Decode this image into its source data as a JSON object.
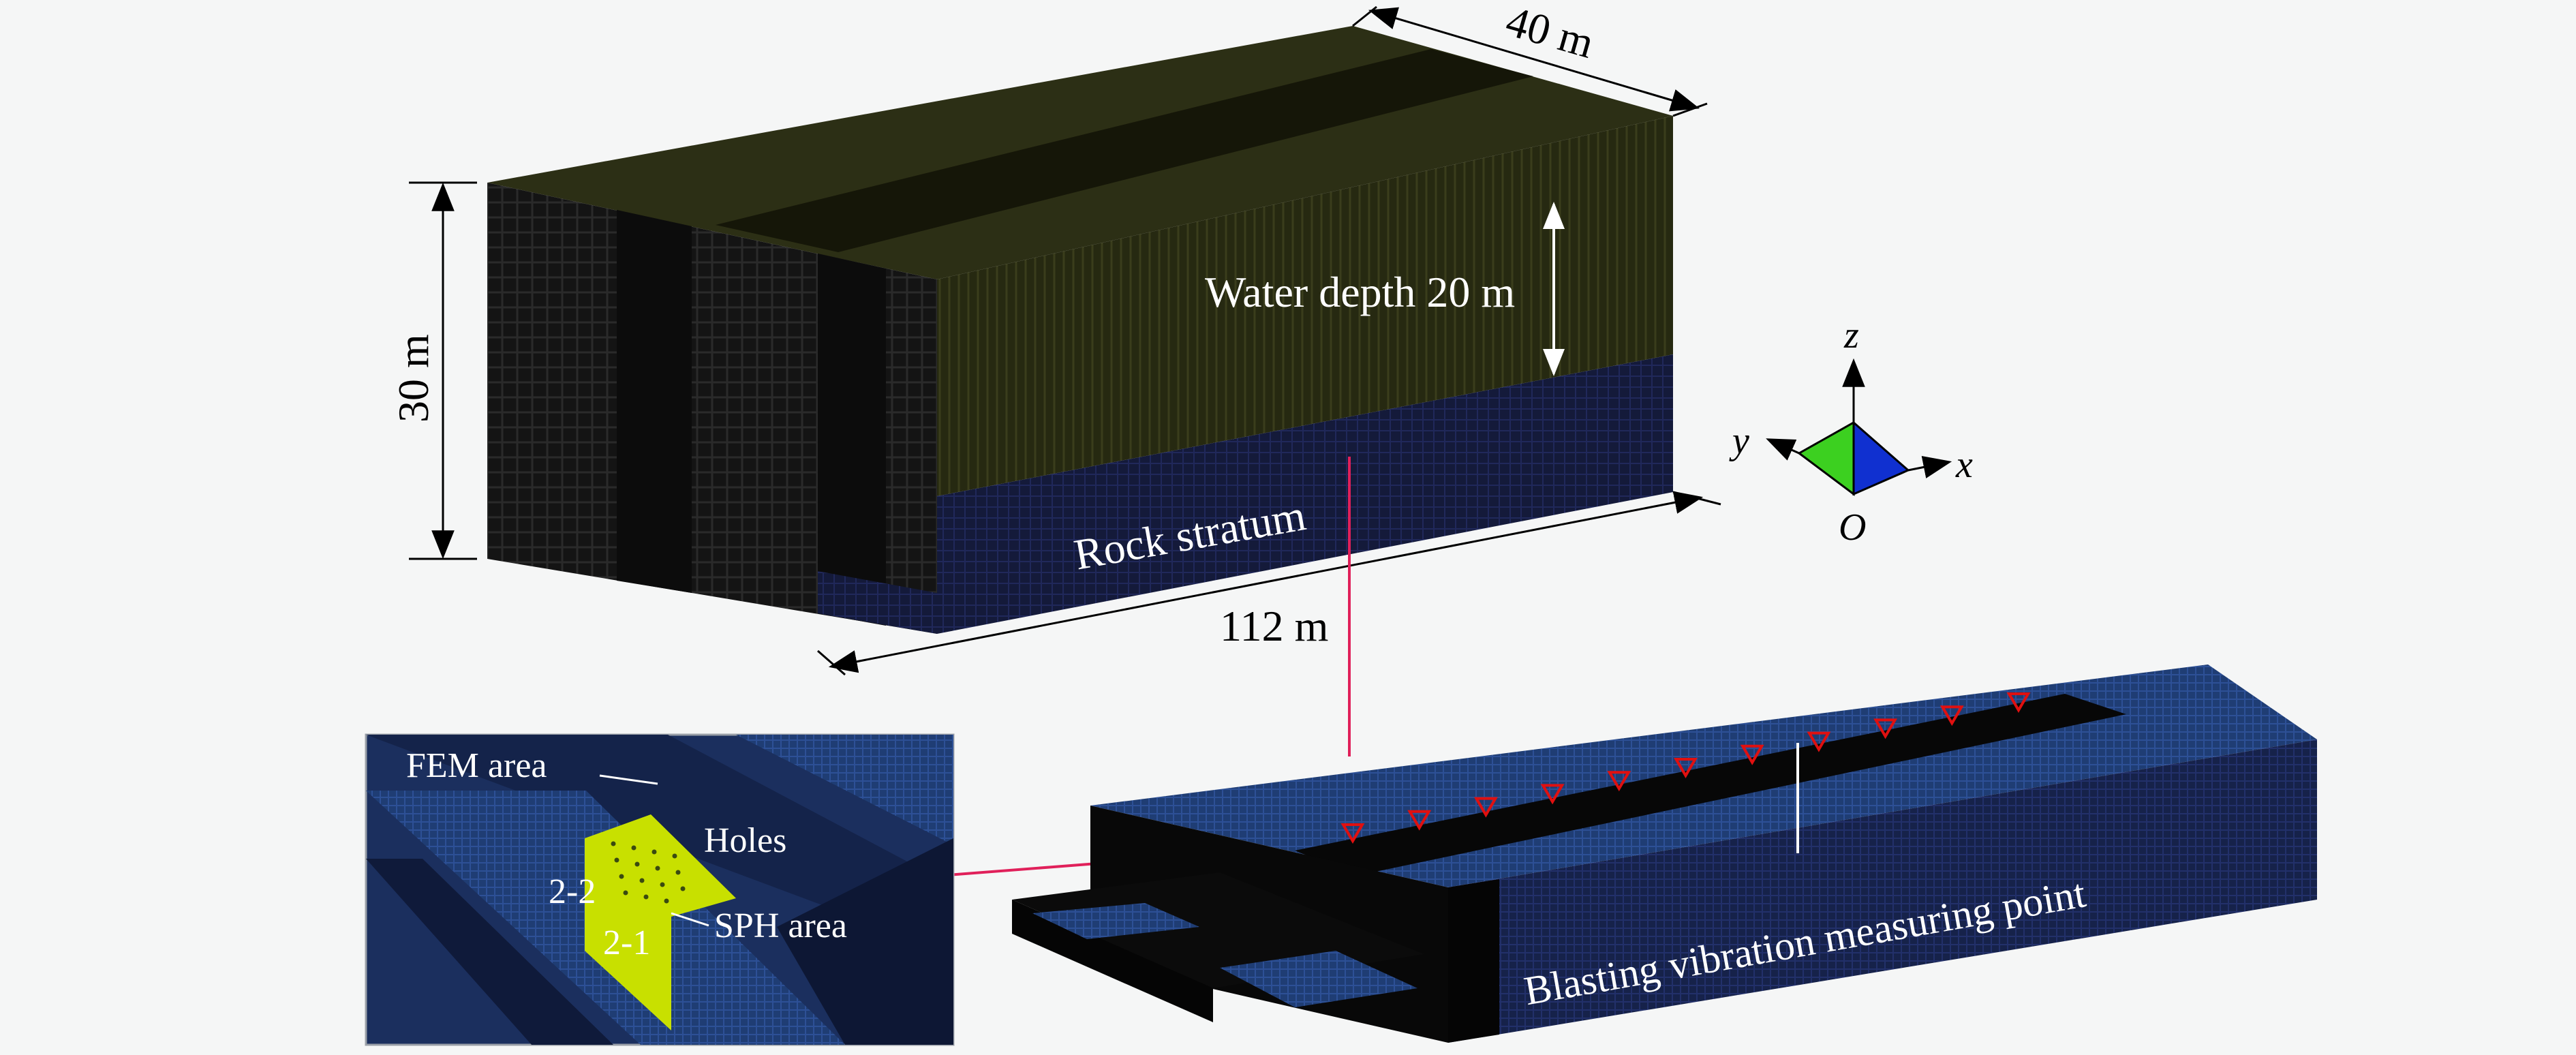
{
  "colors": {
    "background": "#f5f6f6",
    "water_top": "#2a2d14",
    "water_front": "#1e200c",
    "water_side": "#15160a",
    "rock_front": "#151b3a",
    "rock_side": "#0f1430",
    "dark_block": "#111111",
    "mesh_blue": "#1e3a6e",
    "mesh_blue_light": "#2a4e8c",
    "sph_yellow": "#c8e000",
    "connector_line": "#e0205a",
    "measure_marker": "#e01010",
    "axis_green": "#3cd020",
    "axis_blue": "#1030d0"
  },
  "icons": {
    "measure_marker": "triangle-down-icon",
    "coordinate_axes": "axis-triad-icon"
  },
  "top_model": {
    "dim_width_label": "40 m",
    "dim_height_label": "30 m",
    "dim_length_label": "112 m",
    "water_depth_label": "Water depth 20 m",
    "rock_label": "Rock stratum"
  },
  "axes": {
    "z_label": "z",
    "y_label": "y",
    "x_label": "x",
    "origin_label": "O"
  },
  "bottom_model": {
    "measuring_point_label": "Blasting vibration measuring point",
    "marker_count": 11
  },
  "inset": {
    "fem_label": "FEM area",
    "holes_label": "Holes",
    "sph_label": "SPH area",
    "hole_2_2_label": "2-2",
    "hole_2_1_label": "2-1"
  }
}
